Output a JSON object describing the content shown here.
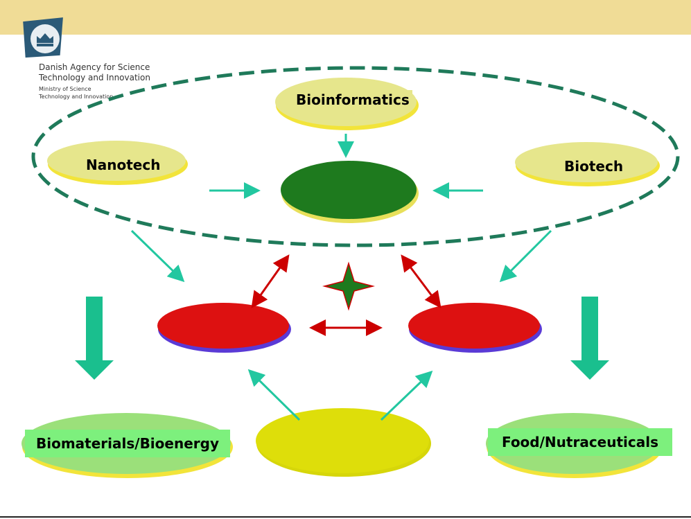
{
  "header": {
    "band_color": "#f0dc96",
    "organization": "Danish Agency for Science",
    "organization_line2": "Technology and Innovation",
    "ministry": "Ministry of Science",
    "ministry_line2": "Technology and Innovation",
    "logo_icon": "crown-shield-icon"
  },
  "diagram": {
    "top_node": "Bioinformatics",
    "left_node": "Nanotech",
    "right_node": "Biotech",
    "bottom_left_output": "Biomaterials/Bioenergy",
    "bottom_right_output": "Food/Nutraceuticals",
    "colors": {
      "input_node": "#e6e68c",
      "hub_node": "#1e7a1e",
      "red_node": "#dd1111",
      "yellow_node": "#dede0a",
      "output_node": "#9be07a",
      "output_label_bg": "#7df07d",
      "teal_arrow": "#22c7a0",
      "red_arrow": "#cc0000",
      "dashed_boundary": "#1f7a5a",
      "star": "#1e7a1e"
    }
  }
}
